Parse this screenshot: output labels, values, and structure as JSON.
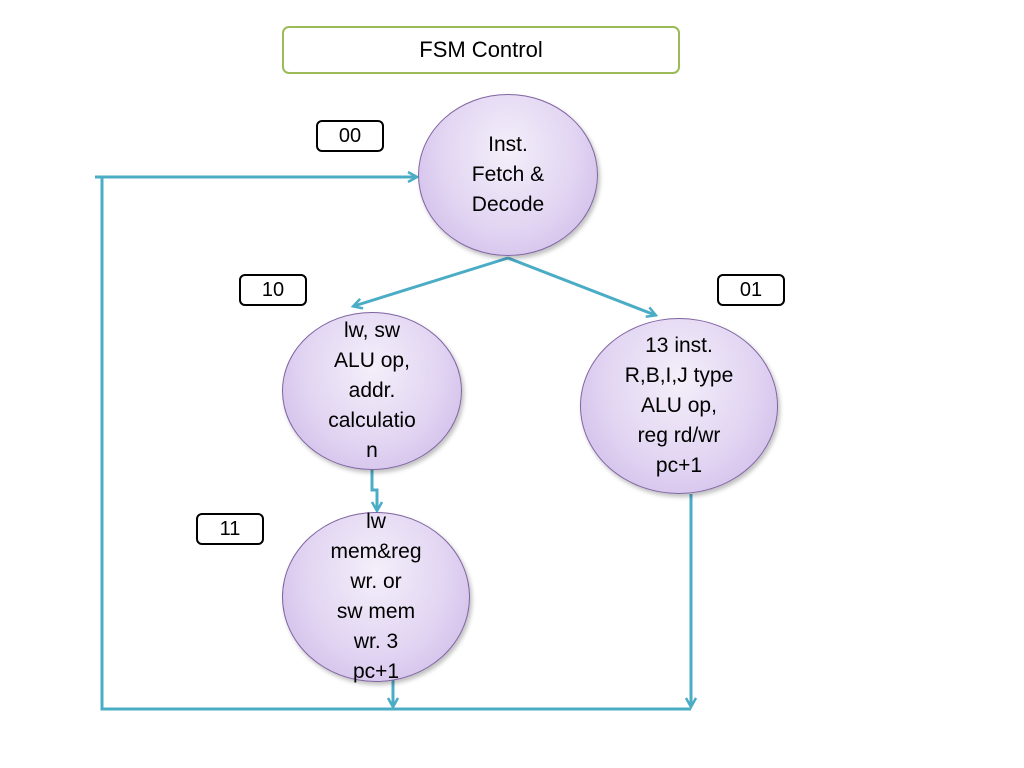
{
  "title": "FSM Control",
  "colors": {
    "title_border": "#9bbb59",
    "arrow": "#4bacc6",
    "node_border": "#8064a2",
    "node_fill": "#e1d4f2"
  },
  "states": [
    {
      "id": "fetch",
      "code": "00",
      "text": "Inst.\nFetch &\nDecode"
    },
    {
      "id": "addr",
      "code": "10",
      "text": "lw, sw\nALU op,\naddr.\ncalculatio\nn"
    },
    {
      "id": "rtype",
      "code": "01",
      "text": "13 inst.\nR,B,I,J type\nALU op,\nreg rd/wr\npc+1"
    },
    {
      "id": "mem",
      "code": "11",
      "text": "lw\nmem&reg\nwr. or\nsw mem\nwr. 3\npc+1"
    }
  ]
}
